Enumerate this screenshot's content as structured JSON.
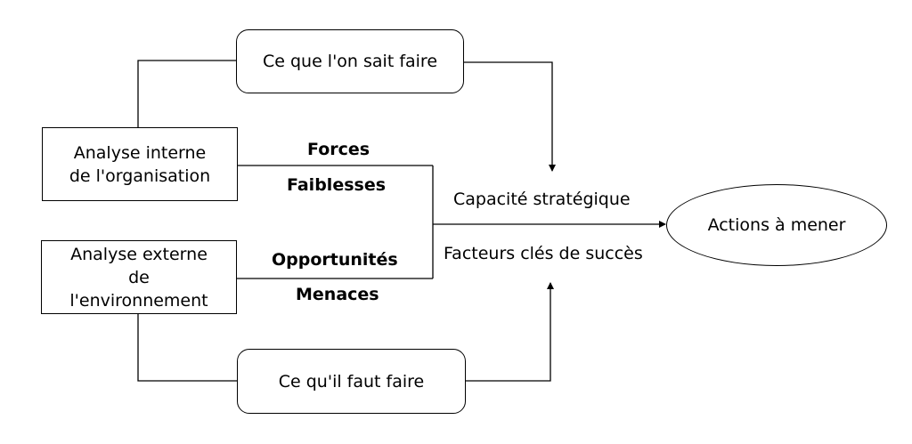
{
  "nodes": {
    "savoir_faire": "Ce que l'on sait faire",
    "faut_faire": "Ce qu'il faut faire",
    "interne_line1": "Analyse interne",
    "interne_line2": "de l'organisation",
    "externe_line1": "Analyse externe",
    "externe_line2": "de",
    "externe_line3": "l'environnement",
    "actions": "Actions à mener"
  },
  "labels": {
    "forces": "Forces",
    "faiblesses": "Faiblesses",
    "opportunites": "Opportunités",
    "menaces": "Menaces",
    "capacite": "Capacité stratégique",
    "facteurs": "Facteurs clés de succès"
  },
  "colors": {
    "line": "#000000",
    "background": "#ffffff"
  }
}
